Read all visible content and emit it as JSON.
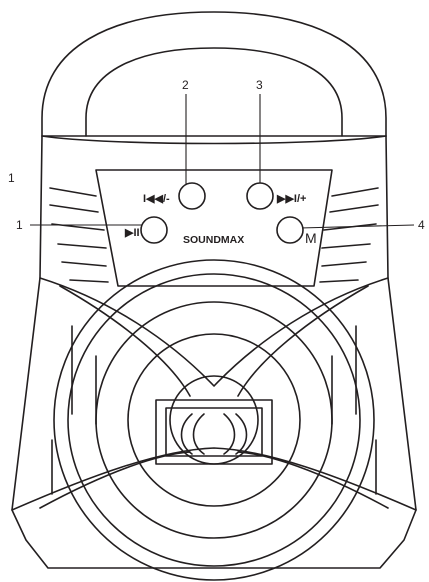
{
  "callouts": {
    "left_top": "1",
    "left_play": "1",
    "prev": "2",
    "next": "3",
    "mode": "4"
  },
  "buttons": {
    "prev_label": "I◀◀/-",
    "next_label": "▶▶I/+",
    "play_label": "▶II",
    "mode_label": "M"
  },
  "brand": "SOUNDMAX"
}
